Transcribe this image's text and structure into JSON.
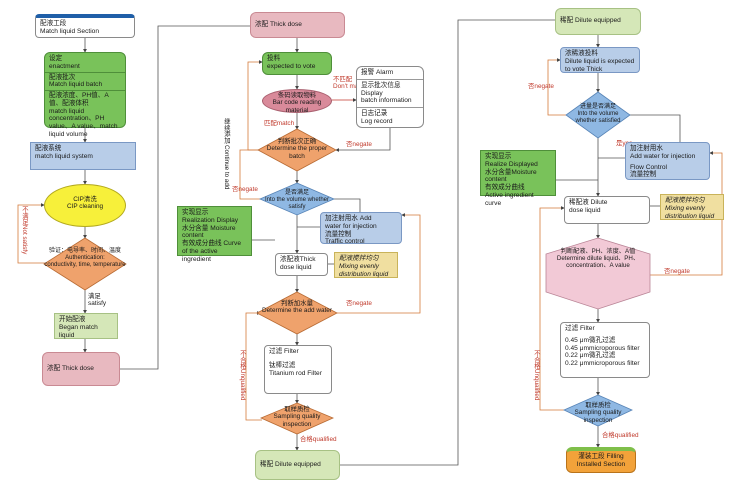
{
  "col1": {
    "match_section": {
      "zh": "配液工段",
      "en": "Match liquid Section"
    },
    "setting": {
      "zh": "设定",
      "en": "enactment"
    },
    "batch": {
      "zh": "配液批次",
      "en": "Match liquid batch"
    },
    "params": {
      "zh": "配液浓度、PH值、A值、配液体积",
      "en": "match liquid concentration、PH value、A value、match liquid volume"
    },
    "system": {
      "zh": "配液系统",
      "en": "match liquid system"
    },
    "cip": {
      "zh": "CIP清洗",
      "en": "CIP cleaning"
    },
    "verify": {
      "zh": "验证：电导率、时间、温度Authentication:",
      "en": "conductivity, time, temperature"
    },
    "satisfy": {
      "zh": "满足",
      "en": "satisfy"
    },
    "not_satisfy": "不满足Not satisfy",
    "began": {
      "zh": "开始配液",
      "en": "Began match liquid"
    },
    "thick_dose": "浓配 Thick dose"
  },
  "col2": {
    "thick_dose_top": "浓配 Thick dose",
    "continue": "继续添加 Continue to add",
    "expected": {
      "zh": "投料",
      "en": "expected to vote"
    },
    "not_match": {
      "zh": "不匹配",
      "en": "Don't match"
    },
    "barcode": {
      "zh": "条码读取物料",
      "en": "Bar code reading material"
    },
    "alarm": "报警 Alarm",
    "display_batch": {
      "zh": "显示批次信息Display",
      "en": "batch information"
    },
    "log": {
      "zh": "日志记录",
      "en": "Log record"
    },
    "match": "匹配match",
    "determine_batch": {
      "zh": "判断批次正确",
      "en": "Determine the proper batch"
    },
    "negate1": "否negate",
    "negate2": "否negate",
    "volume": {
      "zh": "是否满足",
      "en": "Into the volume whether satisfy"
    },
    "realize": {
      "zh": "实现显示",
      "en": "Realization Display"
    },
    "moisture": "水分含量 Moisture content",
    "curve": "有效成分曲线 Curve of the active ingredient",
    "add_water": {
      "zh": "加注射用水  Add",
      "en": "water for injection"
    },
    "traffic": {
      "zh": "流量控制",
      "en": "Traffic control"
    },
    "thick_dose_liquid": {
      "zh": "浓配液Thick",
      "en": "dose liquid"
    },
    "mixing": {
      "zh": "配液搅拌均匀",
      "en": "Mixing evenly distribution liquid"
    },
    "determine_water": {
      "zh": "判断加水量",
      "en": "Determine the add water"
    },
    "negate3": "否negate",
    "filter": "过滤 Filter",
    "titanium": {
      "zh": "钛棒过滤",
      "en": "Titanium rod Filter"
    },
    "unqualified": "不合格Unqualified",
    "sampling": {
      "zh": "取样质检",
      "en": "Sampling quality inspection"
    },
    "qualified": "合格qualified",
    "dilute": "稀配 Dilute equipped"
  },
  "col3": {
    "dilute_top": "稀配 Dilute equipped",
    "dilute_expected": {
      "zh": "浓稀液投料",
      "en": "Dilute liquid is expected to vote Thick"
    },
    "negate1": "否negate",
    "volume": {
      "zh": "进量是否满足",
      "en": "Into the volume whether satisfied"
    },
    "yes": "是yes",
    "realize": {
      "zh": "实现显示",
      "en": "Realize Displayed"
    },
    "moisture": "水分含量Moisture content",
    "curve": {
      "zh": "有效成分曲线",
      "en": "Active ingredient curve"
    },
    "add_water": {
      "zh": "加注射用水",
      "en": "Add water for injection"
    },
    "flow": {
      "zh": "Flow Control",
      "en": "流量控制"
    },
    "dilute_liquid": {
      "zh": "稀配液  Dilute",
      "en": "dose liquid"
    },
    "mixing": {
      "zh": "配液搅拌均匀",
      "en": "Mixing evenly distribution liquid"
    },
    "determine": {
      "zh": "判断配液、PH、浓度、A值",
      "en": "Determine dilute liquid、PH、concentration、A value"
    },
    "negate2": "否negate",
    "filter": "过滤 Filter",
    "f1zh": "0.45 μm微孔过滤",
    "f1en": "0.45 μmmicroporous filter",
    "f2zh": "0.22 μm微孔过滤",
    "f2en": "0.22 μmmicroporous filter",
    "unqualified": "不合格Unqualified",
    "sampling": {
      "zh": "取样质检",
      "en": "Sampling quality inspection"
    },
    "qualified": "合格qualified",
    "filling": {
      "zh": "灌装工段  Filling",
      "en": "Installed Section"
    }
  }
}
